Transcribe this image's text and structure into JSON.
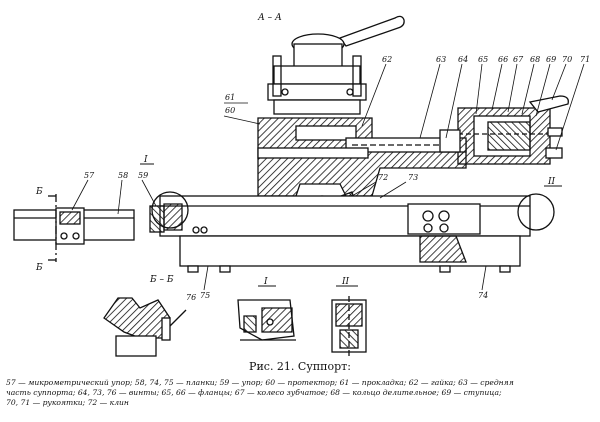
{
  "figure": {
    "section_main": "А – А",
    "section_bb": "Б – Б",
    "marker_I": "I",
    "marker_II": "II",
    "marker_B": "Б",
    "part_labels": [
      "57",
      "58",
      "59",
      "60",
      "61",
      "62",
      "63",
      "64",
      "65",
      "66",
      "67",
      "68",
      "69",
      "70",
      "71",
      "72",
      "73",
      "74",
      "75",
      "76"
    ]
  },
  "caption": "Рис. 21. Суппорт:",
  "legend_lines": [
    "57 — микрометрический упор; 58, 74, 75 — планки; 59 — упор; 60 — протектор; 61 — прокладка; 62 — гайка; 63 — средняя",
    "часть суппорта; 64, 73, 76 — винты; 65, 66 — фланцы; 67 — колесо зубчатое; 68 — кольцо делительное; 69 — ступица;",
    "70, 71 — рукоятки; 72 — клин"
  ]
}
